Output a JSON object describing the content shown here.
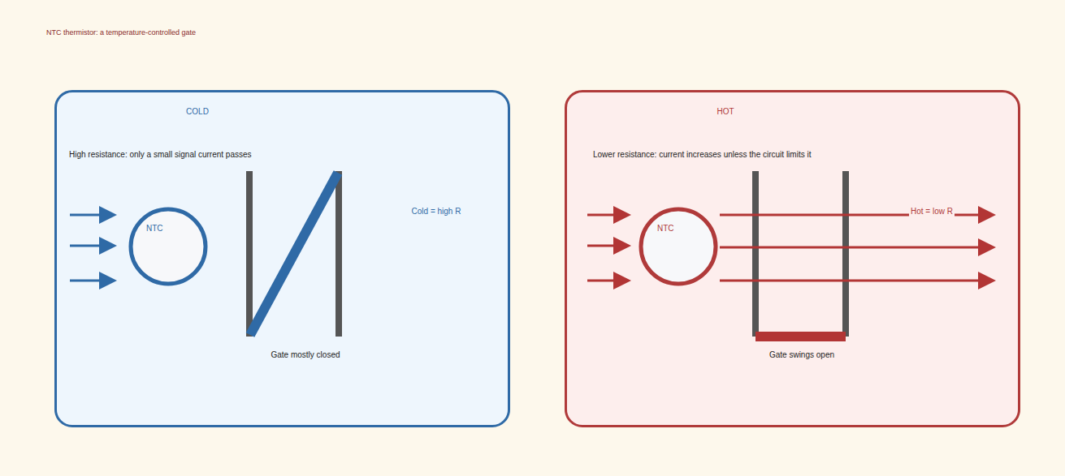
{
  "diagram": {
    "title": "NTC thermistor: a temperature-controlled gate",
    "nodes": [
      {
        "text": [
          "COLD",
          "High resistance: only a small signal current passes"
        ]
      },
      {
        "text": [
          "NTC"
        ],
        "in": 0
      },
      {
        "text": [
          "HOT",
          "Lower resistance: current increases unless the circuit limits it"
        ]
      },
      {
        "text": [
          "NTC"
        ],
        "in": 2
      }
    ],
    "labels": [
      "Cold = high R",
      "Gate mostly closed",
      "Hot = low R",
      "Gate swings open"
    ]
  }
}
